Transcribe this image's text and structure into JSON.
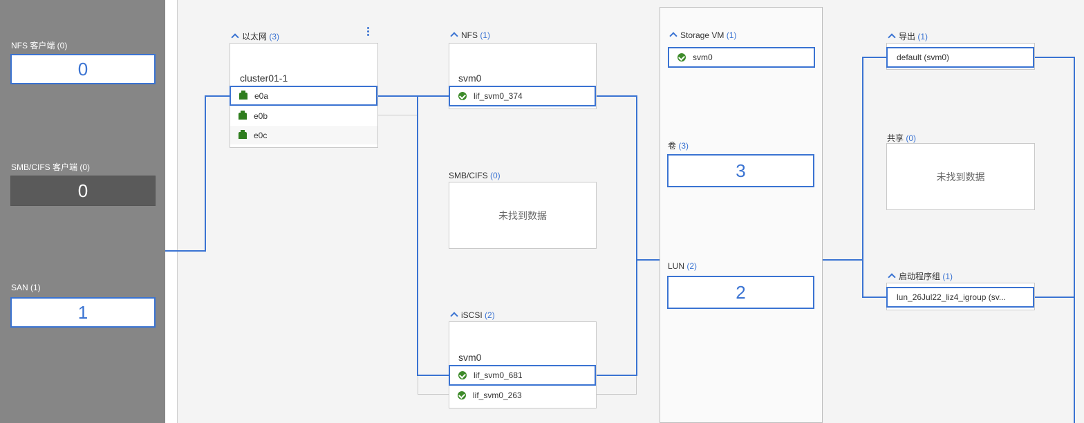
{
  "clients": {
    "nfs": {
      "label": "NFS 客户端 (0)",
      "value": "0"
    },
    "smb": {
      "label": "SMB/CIFS 客户端 (0)",
      "value": "0"
    },
    "san": {
      "label": "SAN (1)",
      "value": "1"
    }
  },
  "ethernet": {
    "title": "以太网",
    "count": "(3)",
    "node": "cluster01-1",
    "ports": [
      "e0a",
      "e0b",
      "e0c"
    ]
  },
  "nfs": {
    "title": "NFS",
    "count": "(1)",
    "svm": "svm0",
    "lif": "lif_svm0_374"
  },
  "smb": {
    "title": "SMB/CIFS",
    "count": "(0)",
    "empty": "未找到数据"
  },
  "iscsi": {
    "title": "iSCSI",
    "count": "(2)",
    "svm": "svm0",
    "lifs": [
      "lif_svm0_681",
      "lif_svm0_263"
    ]
  },
  "storage_vm": {
    "title": "Storage VM",
    "count": "(1)",
    "item": "svm0"
  },
  "volumes": {
    "title": "卷",
    "count": "(3)",
    "value": "3"
  },
  "lun": {
    "title": "LUN",
    "count": "(2)",
    "value": "2"
  },
  "exports": {
    "title": "导出",
    "count": "(1)",
    "item": "default (svm0)"
  },
  "shares": {
    "title": "共享",
    "count": "(0)",
    "empty": "未找到数据"
  },
  "igroups": {
    "title": "启动程序组",
    "count": "(1)",
    "item": "lun_26Jul22_liz4_igroup (sv..."
  },
  "colors": {
    "accent": "#3a73d2",
    "sidebar": "#868686",
    "ok": "#3d8b2a"
  }
}
